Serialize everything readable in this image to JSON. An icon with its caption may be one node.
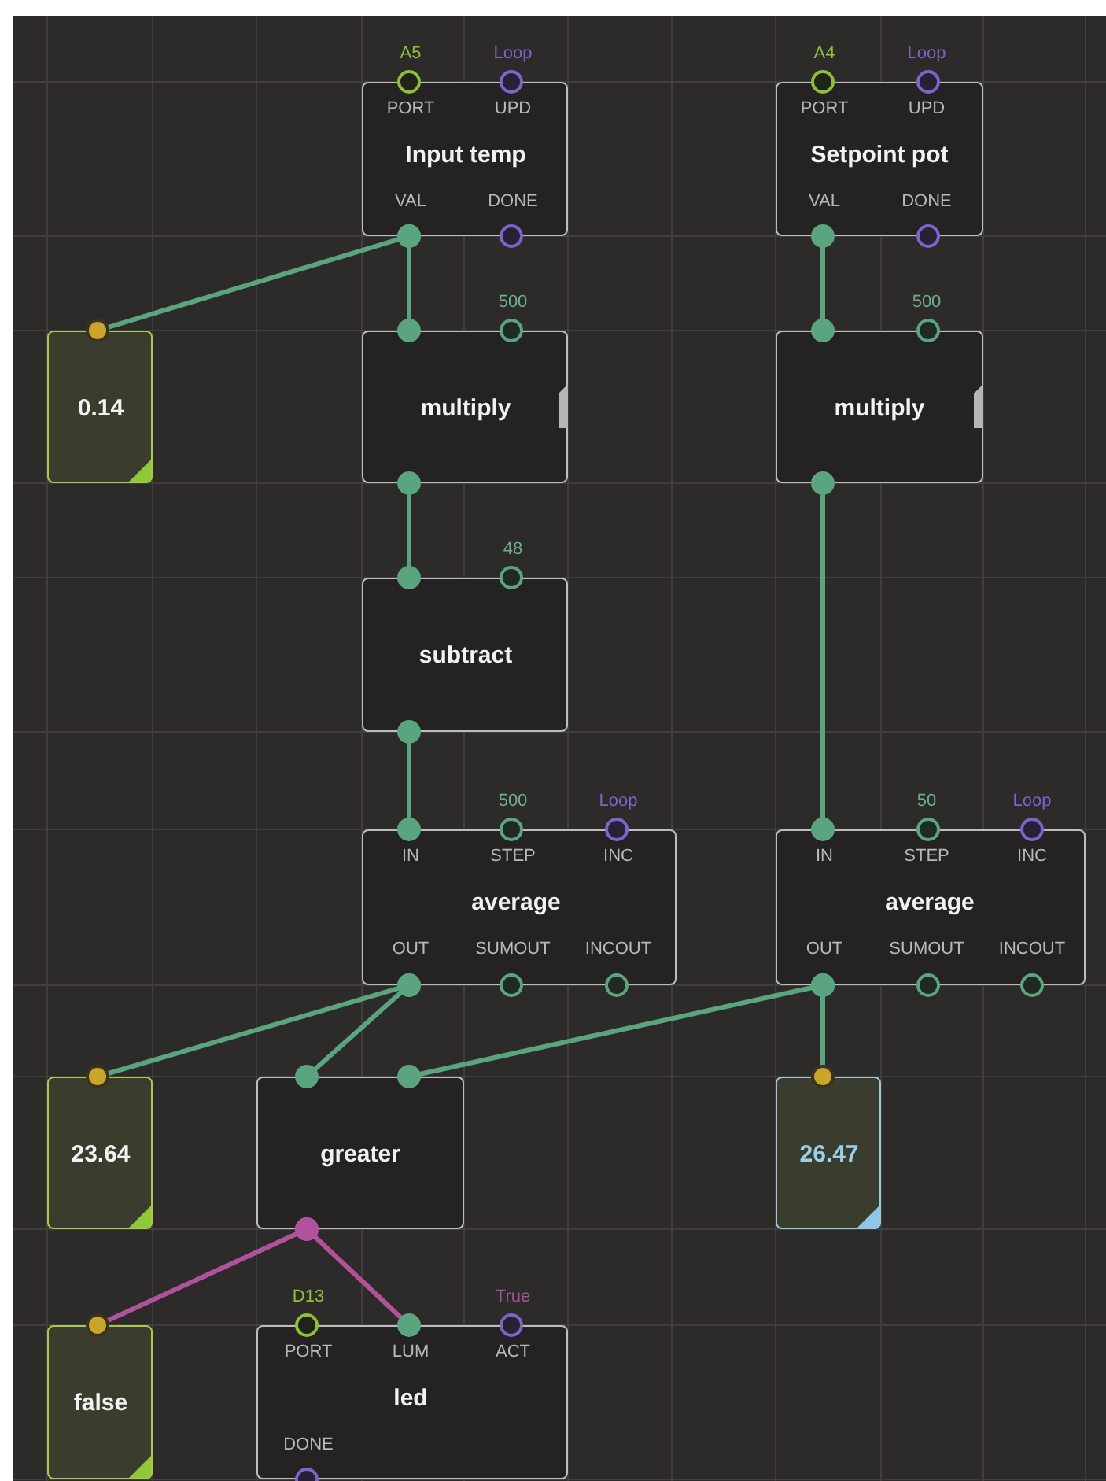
{
  "diagram": {
    "nodes": [
      {
        "text": [
          "A5",
          "Loop",
          "PORT",
          "UPD",
          "Input temp",
          "VAL",
          "DONE"
        ]
      },
      {
        "text": [
          "A4",
          "Loop",
          "PORT",
          "UPD",
          "Setpoint pot",
          "VAL",
          "DONE"
        ]
      },
      {
        "text": [
          "0.14"
        ]
      },
      {
        "text": [
          "500",
          "multiply"
        ]
      },
      {
        "text": [
          "500",
          "multiply"
        ]
      },
      {
        "text": [
          "48",
          "subtract"
        ]
      },
      {
        "text": [
          "500",
          "Loop",
          "IN",
          "STEP",
          "INC",
          "average",
          "OUT",
          "SUMOUT",
          "INCOUT"
        ]
      },
      {
        "text": [
          "50",
          "Loop",
          "IN",
          "STEP",
          "INC",
          "average",
          "OUT",
          "SUMOUT",
          "INCOUT"
        ]
      },
      {
        "text": [
          "23.64"
        ]
      },
      {
        "text": [
          "greater"
        ]
      },
      {
        "text": [
          "26.47"
        ]
      },
      {
        "text": [
          "false"
        ]
      },
      {
        "text": [
          "D13",
          "True",
          "PORT",
          "LUM",
          "ACT",
          "led",
          "DONE"
        ]
      }
    ],
    "edges": [
      {
        "from": 0,
        "to": 2,
        "arrow": "other"
      },
      {
        "from": 0,
        "to": 3,
        "arrow": "other"
      },
      {
        "from": 1,
        "to": 4,
        "arrow": "other"
      },
      {
        "from": 3,
        "to": 5,
        "arrow": "other"
      },
      {
        "from": 4,
        "to": 7,
        "arrow": "other"
      },
      {
        "from": 5,
        "to": 6,
        "arrow": "other"
      },
      {
        "from": 6,
        "to": 8,
        "arrow": "other"
      },
      {
        "from": 6,
        "to": 9,
        "arrow": "other"
      },
      {
        "from": 7,
        "to": 9,
        "arrow": "other"
      },
      {
        "from": 7,
        "to": 10,
        "arrow": "other"
      },
      {
        "from": 9,
        "to": 11,
        "arrow": "other",
        "color": "#b0539c"
      },
      {
        "from": 9,
        "to": 12,
        "arrow": "other",
        "color": "#b0539c"
      }
    ]
  }
}
